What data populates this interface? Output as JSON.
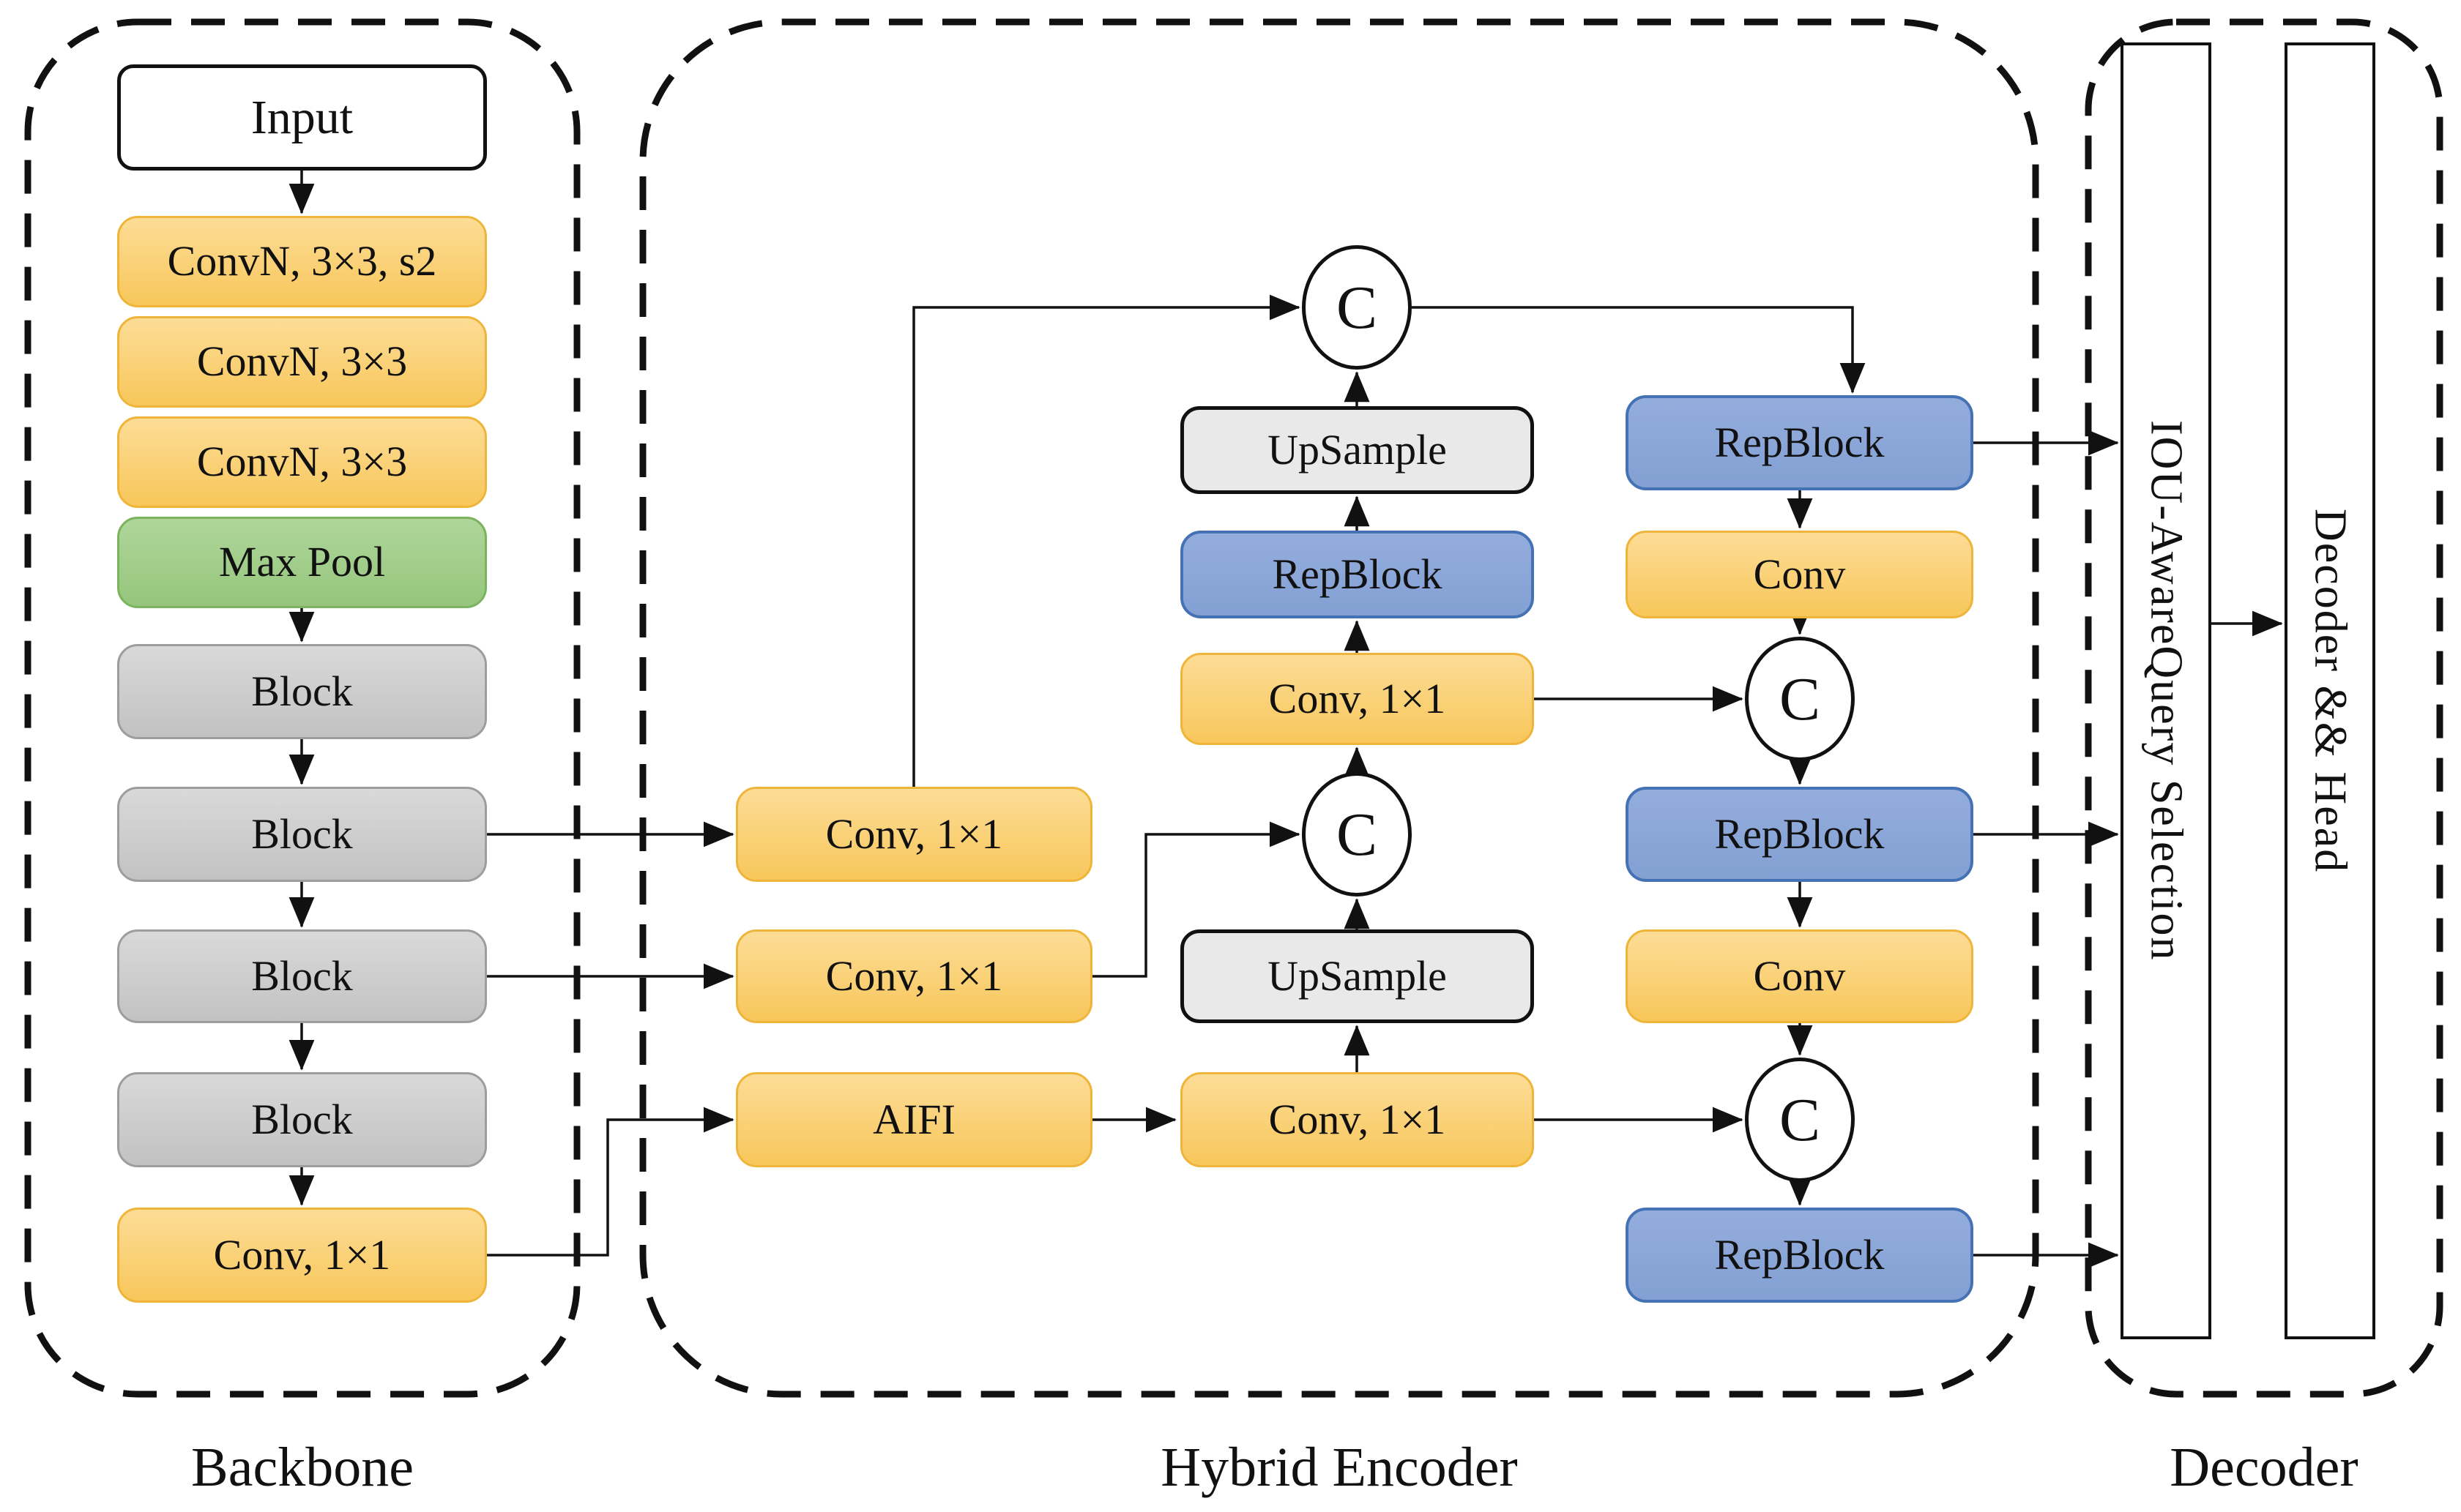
{
  "palette": {
    "conv_fill_top": "#FCDC96",
    "conv_fill_bottom": "#F8C75B",
    "conv_border": "#EFB53B",
    "pool_fill_top": "#AFD69A",
    "pool_fill_bottom": "#95C67C",
    "pool_border": "#7BB35E",
    "block_fill_top": "#D9D9D9",
    "block_fill_bottom": "#C2C2C2",
    "block_border": "#9D9D9D",
    "repblock_fill_top": "#93ADDD",
    "repblock_fill_bottom": "#83A0D3",
    "repblock_border": "#4472B4",
    "upsample_fill": "#E9E9E9",
    "line_color": "#111111"
  },
  "sections": {
    "backbone": {
      "label": "Backbone"
    },
    "hybrid_encoder": {
      "label": "Hybrid Encoder"
    },
    "decoder": {
      "label": "Decoder"
    }
  },
  "concat": {
    "label": "C"
  },
  "nodes": {
    "input": {
      "label": "Input"
    },
    "bb_conv_s2": {
      "label": "ConvN, 3×3, s2"
    },
    "bb_conv_a": {
      "label": "ConvN, 3×3"
    },
    "bb_conv_b": {
      "label": "ConvN, 3×3"
    },
    "max_pool": {
      "label": "Max Pool"
    },
    "block1": {
      "label": "Block"
    },
    "block2": {
      "label": "Block"
    },
    "block3": {
      "label": "Block"
    },
    "block4": {
      "label": "Block"
    },
    "bb_conv1x1": {
      "label": "Conv, 1×1"
    },
    "enc_conv1x1_top": {
      "label": "Conv, 1×1"
    },
    "enc_conv1x1_mid": {
      "label": "Conv, 1×1"
    },
    "aifi": {
      "label": "AIFI"
    },
    "fuse_conv1x1": {
      "label": "Conv, 1×1"
    },
    "upsample_top": {
      "label": "UpSample"
    },
    "repblock_mid": {
      "label": "RepBlock"
    },
    "upsample_low": {
      "label": "UpSample"
    },
    "bottom_conv1x1": {
      "label": "Conv, 1×1"
    },
    "repblock_r1": {
      "label": "RepBlock"
    },
    "conv_r1": {
      "label": "Conv"
    },
    "repblock_r2": {
      "label": "RepBlock"
    },
    "conv_r2": {
      "label": "Conv"
    },
    "repblock_r3": {
      "label": "RepBlock"
    },
    "iou_query": {
      "label": "IOU-AwareQuery Selection"
    },
    "decoder_head": {
      "label": "Decoder && Head"
    }
  }
}
